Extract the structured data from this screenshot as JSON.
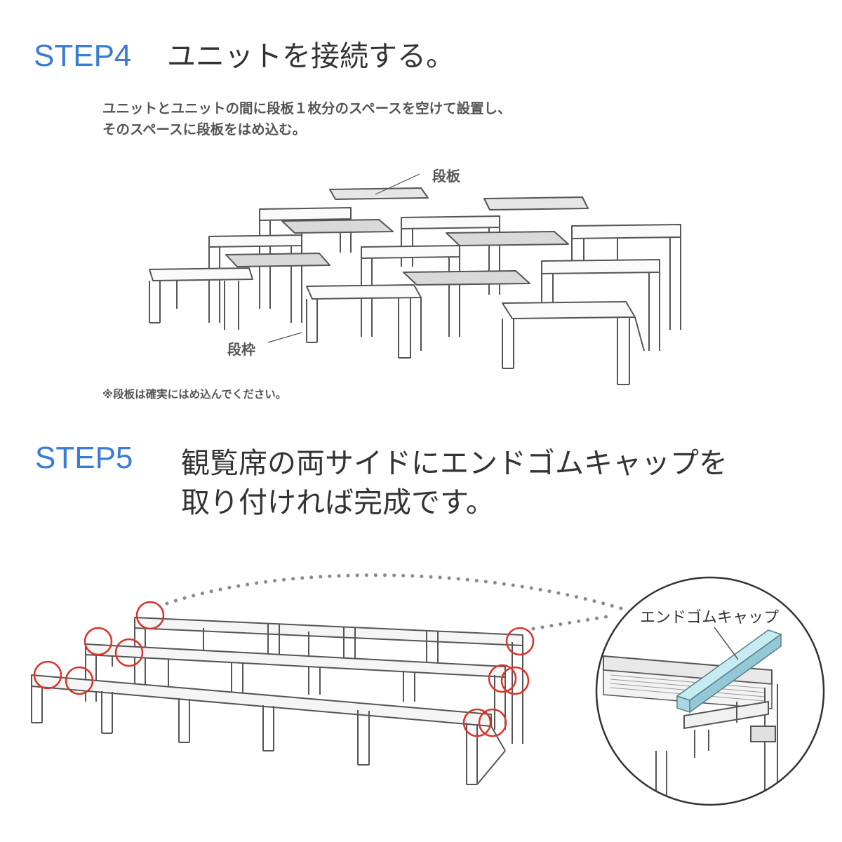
{
  "step4": {
    "label": "STEP4",
    "title": "ユニットを接続する。",
    "instruction_line1": "ユニットとユニットの間に段板１枚分のスペースを空けて設置し、",
    "instruction_line2": "そのスペースに段板をはめ込む。",
    "callout_board": "段板",
    "callout_frame": "段枠",
    "note": "※段板は確実にはめ込んでください。"
  },
  "step5": {
    "label": "STEP5",
    "title_line1": "観覧席の両サイドにエンドゴムキャップを",
    "title_line2": "取り付ければ完成です。",
    "callout_cap": "エンドゴムキャップ"
  },
  "colors": {
    "accent": "#3a7bd5",
    "marker": "#d9342b",
    "cap": "#a9d8e3"
  }
}
